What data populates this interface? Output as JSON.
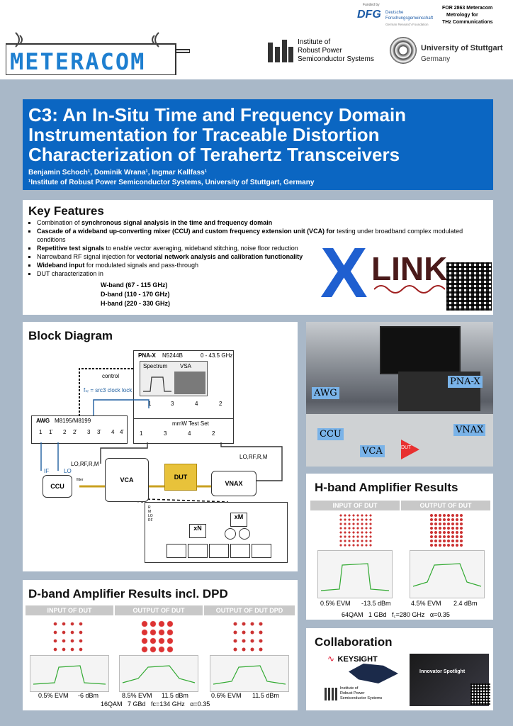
{
  "header": {
    "logo": "METERACOM",
    "dfg_funded": "Funded by",
    "dfg_name": "DFG",
    "dfg_full": "Deutsche Forschungsgemeinschaft",
    "dfg_en": "German Research Foundation",
    "for_line1": "FOR 2863 Meteracom",
    "for_line2": "Metrology for",
    "for_line3": "THz Communications",
    "ilh_line1": "Institute of",
    "ilh_line2": "Robust Power",
    "ilh_line3": "Semiconductor Systems",
    "uni_line1": "University of Stuttgart",
    "uni_line2": "Germany"
  },
  "title": {
    "main": "C3: An In-Situ Time and Frequency Domain Instrumentation for Traceable Distortion Characterization of Terahertz Transceivers",
    "authors": "Benjamin Schoch¹, Dominik Wrana¹, Ingmar Kallfass¹",
    "affiliation": "¹Institute of Robust Power Semiconductor Systems, University of Stuttgart, Germany"
  },
  "key_features": {
    "heading": "Key Features",
    "items": [
      {
        "pre": "Combination of ",
        "bold": "synchronous signal analysis in the time and frequency domain",
        "post": ""
      },
      {
        "pre": "",
        "bold": "Cascade of a wideband up-converting mixer (CCU) and custom frequency extension unit (VCA) for",
        "post": " testing under broadband complex modulated conditions"
      },
      {
        "pre": "",
        "bold": "Repetitive test signals",
        "post": " to enable vector averaging, wideband stitching, noise floor reduction"
      },
      {
        "pre": "Narrowband RF signal injection for ",
        "bold": "vectorial network analysis and calibration functionality",
        "post": ""
      },
      {
        "pre": "",
        "bold": "Wideband input",
        "post": " for modulated signals and pass-through"
      },
      {
        "pre": "DUT characterization in",
        "bold": "",
        "post": ""
      }
    ],
    "bands": [
      "W-band (67 - 115 GHz)",
      "D-band (110 - 170 GHz)",
      "H-band (220 - 330 GHz)"
    ],
    "xlink": "LINK",
    "xlink_x": "X"
  },
  "block_diagram": {
    "heading": "Block Diagram",
    "pna": "PNA-X",
    "pna_model": "N5244B",
    "pna_range": "0 - 43.5 GHz",
    "spectrum": "Spectrum",
    "vsa": "VSA",
    "control": "control",
    "clock": "fₛᵣ = src3 clock lock",
    "awg": "AWG",
    "awg_model": "M8195/M8199",
    "awg_ports": [
      "1",
      "1̄",
      "2",
      "2̄",
      "3",
      "3̄",
      "4",
      "4̄"
    ],
    "pna_ports": [
      "1",
      "3",
      "4",
      "2"
    ],
    "testset": "mmW Test Set",
    "testset_ports": [
      "1",
      "3",
      "4",
      "2"
    ],
    "lo_label": "LO,RF,R,M",
    "lo_label2": "LO,RF,R,M",
    "if": "IF",
    "lo": "LO",
    "ccu": "CCU",
    "filter": "filter",
    "vca": "VCA",
    "dut": "DUT",
    "vnax": "VNAX",
    "detail_labels": [
      "R",
      "M",
      "LO",
      "RF"
    ],
    "xn": "xN",
    "xm": "xM"
  },
  "photo": {
    "labels": [
      "AWG",
      "PNA-X",
      "CCU",
      "VCA",
      "VNAX",
      "DUT"
    ]
  },
  "hband": {
    "heading": "H-band Amplifier Results",
    "col1": "Input of DUT",
    "col2": "Output of DUT",
    "evm1": "0.5% EVM",
    "pwr1": "-13.5 dBm",
    "evm2": "4.5% EVM",
    "pwr2": "2.4 dBm",
    "footer": "64QAM   1 GBd   f꜀=280 GHz   α=0.35"
  },
  "dband": {
    "heading": "D-band Amplifier Results incl. DPD",
    "col1": "Input of DUT",
    "col2": "Output of DUT",
    "col3": "Output of DUT DPD",
    "evm1": "0.5% EVM",
    "pwr1": "-6 dBm",
    "evm2": "8.5% EVM",
    "pwr2": "11.5 dBm",
    "evm3": "0.6% EVM",
    "pwr3": "11.5 dBm",
    "footer": "16QAM   7 GBd   fc=134 GHz   α=0.35"
  },
  "collab": {
    "heading": "Collaboration",
    "keysight": "KEYSIGHT",
    "ilh1": "Institute of",
    "ilh2": "Robust Power",
    "ilh3": "Semiconductor Systems",
    "spotlight": "Innovator Spotlight"
  },
  "colors": {
    "title_bg": "#0b66c2",
    "background": "#a9b8c8",
    "dut": "#e8c23a",
    "brand_red": "#e0102a"
  }
}
